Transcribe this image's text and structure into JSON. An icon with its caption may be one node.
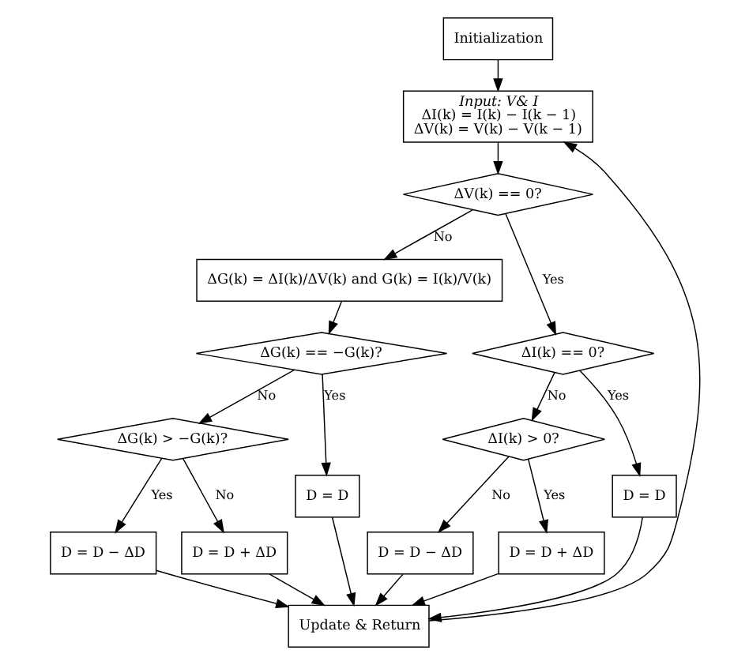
{
  "diagram": {
    "nodes": [
      {
        "text": [
          "Initialization"
        ]
      },
      {
        "text": [
          "Input: V& I",
          "ΔI(k) = I(k) − I(k − 1)",
          "ΔV(k) = V(k) − V(k − 1)"
        ]
      },
      {
        "text": [
          "ΔV(k) == 0?"
        ]
      },
      {
        "text": [
          "ΔG(k) = ΔI(k)/ΔV(k) and G(k) = I(k)/V(k)"
        ]
      },
      {
        "text": [
          "ΔG(k) == −G(k)?"
        ]
      },
      {
        "text": [
          "ΔG(k) > −G(k)?"
        ]
      },
      {
        "text": [
          "D = D"
        ]
      },
      {
        "text": [
          "D = D − ΔD"
        ]
      },
      {
        "text": [
          "D = D + ΔD"
        ]
      },
      {
        "text": [
          "ΔI(k) == 0?"
        ]
      },
      {
        "text": [
          "ΔI(k) > 0?"
        ]
      },
      {
        "text": [
          "D = D"
        ]
      },
      {
        "text": [
          "D = D − ΔD"
        ]
      },
      {
        "text": [
          "D = D + ΔD"
        ]
      },
      {
        "text": [
          "Update & Return"
        ]
      }
    ],
    "edges": [
      {
        "from": 0,
        "to": 1,
        "arrow": "to"
      },
      {
        "from": 1,
        "to": 2,
        "arrow": "to"
      },
      {
        "from": 2,
        "to": 3,
        "label": "No",
        "arrow": "to"
      },
      {
        "from": 2,
        "to": 9,
        "label": "Yes",
        "arrow": "to"
      },
      {
        "from": 3,
        "to": 4,
        "arrow": "to"
      },
      {
        "from": 4,
        "to": 6,
        "label": "Yes",
        "arrow": "to"
      },
      {
        "from": 4,
        "to": 5,
        "label": "No",
        "arrow": "to"
      },
      {
        "from": 5,
        "to": 7,
        "label": "Yes",
        "arrow": "to"
      },
      {
        "from": 5,
        "to": 8,
        "label": "No",
        "arrow": "to"
      },
      {
        "from": 9,
        "to": 10,
        "label": "No",
        "arrow": "to"
      },
      {
        "from": 9,
        "to": 11,
        "label": "Yes",
        "arrow": "to"
      },
      {
        "from": 10,
        "to": 12,
        "label": "No",
        "arrow": "to"
      },
      {
        "from": 10,
        "to": 13,
        "label": "Yes",
        "arrow": "to"
      },
      {
        "from": 6,
        "to": 14,
        "arrow": "to"
      },
      {
        "from": 7,
        "to": 14,
        "arrow": "to"
      },
      {
        "from": 8,
        "to": 14,
        "arrow": "to"
      },
      {
        "from": 12,
        "to": 14,
        "arrow": "to"
      },
      {
        "from": 13,
        "to": 14,
        "arrow": "to"
      },
      {
        "from": 11,
        "to": 14,
        "arrow": "to"
      },
      {
        "from": 14,
        "to": 1,
        "arrow": "to"
      }
    ]
  }
}
